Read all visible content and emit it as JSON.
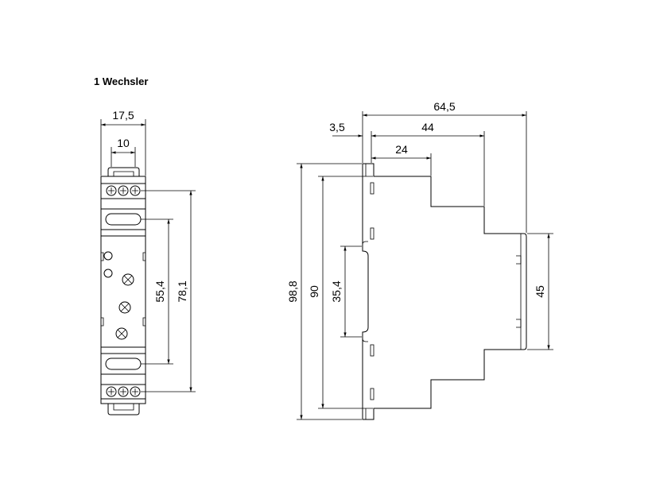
{
  "title": "1 Wechsler",
  "front_view": {
    "width_overall": "17,5",
    "width_inner": "10",
    "height_inner": "55,4",
    "height_outer": "78,1"
  },
  "side_view": {
    "depth_overall": "64,5",
    "depth_middle": "44",
    "depth_front": "24",
    "offset_left": "3,5",
    "height_overall": "98,8",
    "height_body": "90",
    "height_rail": "35,4",
    "height_front": "45"
  }
}
